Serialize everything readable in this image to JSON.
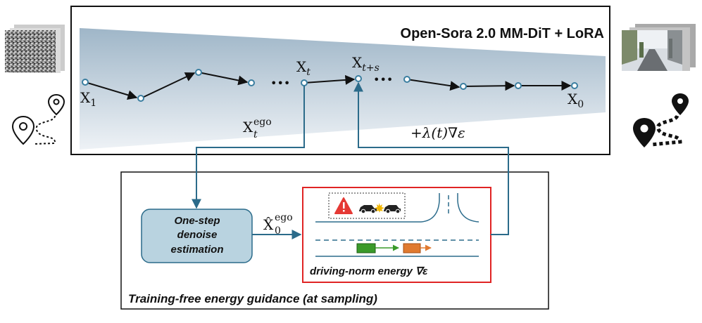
{
  "top_box": {
    "title": "Open-Sora 2.0 MM-DiT + LoRA",
    "labels": {
      "x1": {
        "base": "X",
        "sub": "1"
      },
      "xt": {
        "base": "X",
        "sub": "t"
      },
      "xts": {
        "base": "X",
        "sub": "t+s"
      },
      "x0": {
        "base": "X",
        "sub": "0"
      },
      "ellipsis": "•••",
      "xtego": {
        "base": "X",
        "sup": "ego",
        "sub": "t"
      },
      "guidance_term": "+λ(t)∇ε"
    }
  },
  "bottom_box": {
    "title_pre": "Training-free energy guidance (",
    "title_mid": "at sampling",
    "title_post": ")",
    "denoise_line1": "One-step",
    "denoise_line2": "denoise",
    "denoise_line3": "estimation",
    "x0hat": {
      "base": "X̂",
      "sup": "ego",
      "sub": "0"
    },
    "energy_label_pre": "driving-norm energy ",
    "energy_label_sym": "∇ε"
  },
  "colors": {
    "arrow_blue": "#2b6b8a",
    "denoise_fill": "#b9d3e0",
    "red_frame": "#e02424",
    "green_car": "#3a9a2a",
    "orange_car": "#e07a30",
    "road": "#2c6c8c",
    "node_fill": "#ffffff",
    "node_stroke": "#3a7ea0"
  },
  "icons": [
    "noise-thumbnail",
    "street-thumbnail",
    "location-pin-route-outline",
    "location-pin-route-filled",
    "warning-icon",
    "collision-icon"
  ]
}
